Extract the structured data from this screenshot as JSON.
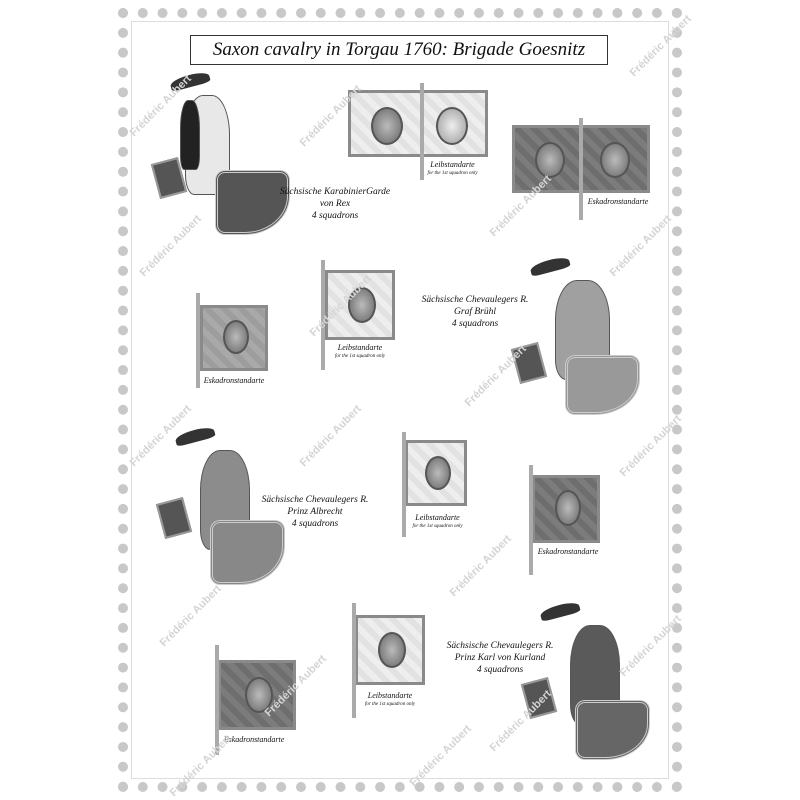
{
  "title": "Saxon cavalry in Torgau 1760: Brigade Goesnitz",
  "watermark": "Frédéric Aubert",
  "labels": {
    "leib": "Leibstandarte",
    "leib_note": "for the 1st squadron only",
    "esk": "Eskadronstandarte"
  },
  "units": [
    {
      "line1": "Sächsische KarabinierGarde",
      "line2": "von Rex",
      "line3": "4 squadrons"
    },
    {
      "line1": "Sächsische Chevaulegers R.",
      "line2": "Graf Brühl",
      "line3": "4 squadrons"
    },
    {
      "line1": "Sächsische Chevaulegers R.",
      "line2": "Prinz Albrecht",
      "line3": "4 squadrons"
    },
    {
      "line1": "Sächsische Chevaulegers R.",
      "line2": "Prinz Karl von Kurland",
      "line3": "4 squadrons"
    }
  ]
}
